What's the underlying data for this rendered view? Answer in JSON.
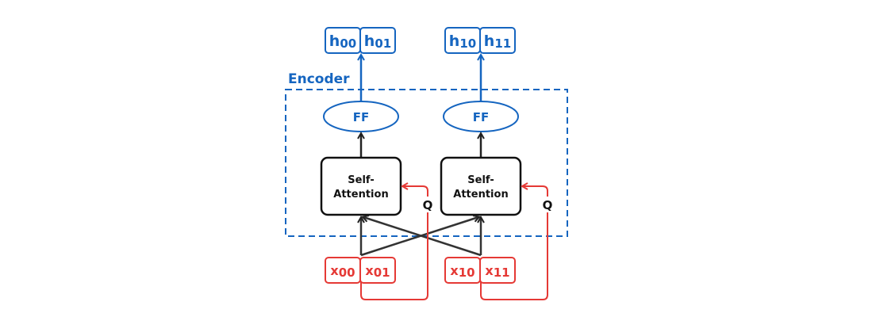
{
  "encoder": {
    "label": "Encoder"
  },
  "outputs": [
    {
      "id": "h00",
      "base": "h",
      "sub": "00"
    },
    {
      "id": "h01",
      "base": "h",
      "sub": "01"
    },
    {
      "id": "h10",
      "base": "h",
      "sub": "10"
    },
    {
      "id": "h11",
      "base": "h",
      "sub": "11"
    }
  ],
  "inputs": [
    {
      "id": "x00",
      "base": "x",
      "sub": "00"
    },
    {
      "id": "x01",
      "base": "x",
      "sub": "01"
    },
    {
      "id": "x10",
      "base": "x",
      "sub": "10"
    },
    {
      "id": "x11",
      "base": "x",
      "sub": "11"
    }
  ],
  "blocks": [
    {
      "ff_label": "FF",
      "attn_line1": "Self-",
      "attn_line2": "Attention",
      "q_label": "Q"
    },
    {
      "ff_label": "FF",
      "attn_line1": "Self-",
      "attn_line2": "Attention",
      "q_label": "Q"
    }
  ],
  "colors": {
    "blue": "#1565c0",
    "red": "#e53935",
    "black": "#111111"
  }
}
